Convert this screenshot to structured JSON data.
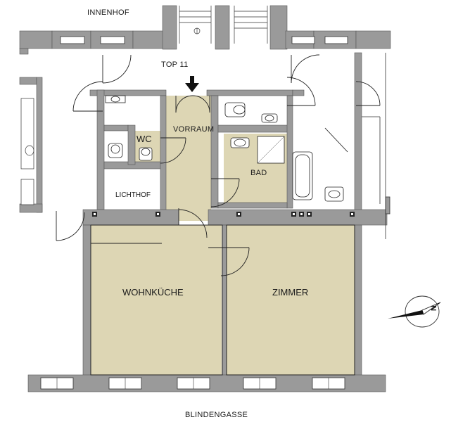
{
  "labels": {
    "courtyard": "INNENHOF",
    "street": "BLINDENGASSE",
    "unit": "TOP 11",
    "wc": "WC",
    "hall": "VORRAUM",
    "bath": "BAD",
    "lightwell": "LICHTHOF",
    "kitchen_living": "WOHNKÜCHE",
    "room": "ZIMMER",
    "north_letter": "N"
  },
  "colors": {
    "wall": "#9a9a9a",
    "wall_dark": "#7e7e7e",
    "room_fill": "#ddd6b4",
    "line": "#222222",
    "window": "#ffffff"
  }
}
